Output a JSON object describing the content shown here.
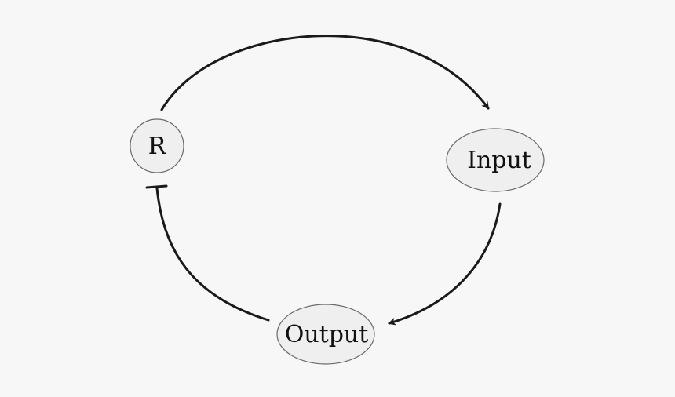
{
  "diagram": {
    "nodes": [
      {
        "id": "r",
        "label": "R"
      },
      {
        "id": "input",
        "label": "Input"
      },
      {
        "id": "output",
        "label": "Output"
      }
    ],
    "edges": [
      {
        "from": "r",
        "to": "input",
        "type": "activation"
      },
      {
        "from": "input",
        "to": "output",
        "type": "activation"
      },
      {
        "from": "output",
        "to": "r",
        "type": "inhibition"
      }
    ]
  },
  "colors": {
    "background": "#f7f7f7",
    "node_fill": "#efefef",
    "node_stroke": "#6a6a6a",
    "edge": "#1a1a1a"
  }
}
